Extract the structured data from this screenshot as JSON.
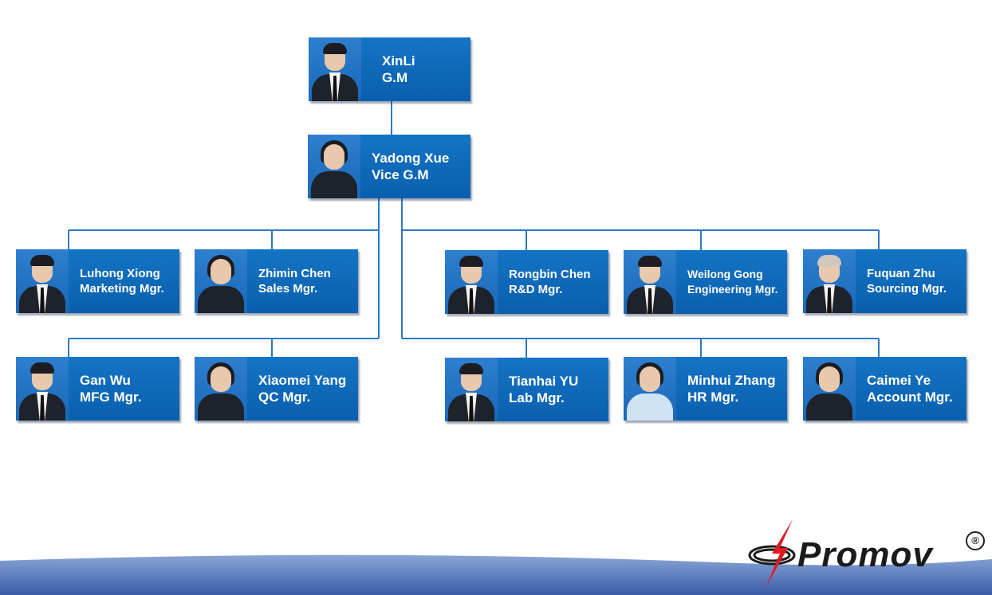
{
  "org": {
    "gm": {
      "name": "XinLi",
      "title": "G.M",
      "photo": "male"
    },
    "vgm": {
      "name": "Yadong Xue",
      "title": "Vice G.M",
      "photo": "female"
    },
    "left_row1": [
      {
        "name": "Luhong Xiong",
        "title": "Marketing Mgr.",
        "photo": "male"
      },
      {
        "name": "Zhimin Chen",
        "title": "Sales Mgr.",
        "photo": "female"
      }
    ],
    "left_row2": [
      {
        "name": "Gan Wu",
        "title": "MFG Mgr.",
        "photo": "male"
      },
      {
        "name": "Xiaomei Yang",
        "title": "QC Mgr.",
        "photo": "female"
      }
    ],
    "right_row1": [
      {
        "name": "Rongbin Chen",
        "title": "R&D Mgr.",
        "photo": "male"
      },
      {
        "name": "Weilong Gong",
        "title": "Engineering Mgr.",
        "photo": "male"
      },
      {
        "name": "Fuquan Zhu",
        "title": "Sourcing Mgr.",
        "photo": "male"
      }
    ],
    "right_row2": [
      {
        "name": "Tianhai YU",
        "title": "Lab Mgr.",
        "photo": "male"
      },
      {
        "name": "Minhui Zhang",
        "title": "HR Mgr.",
        "photo": "female-light"
      },
      {
        "name": "Caimei Ye",
        "title": "Account Mgr.",
        "photo": "female"
      }
    ]
  },
  "logo": {
    "brand": "Promov",
    "registered": "®"
  },
  "colors": {
    "card": "#0a5fae",
    "line": "#2f79c3",
    "wave": "#3a5ba8"
  }
}
